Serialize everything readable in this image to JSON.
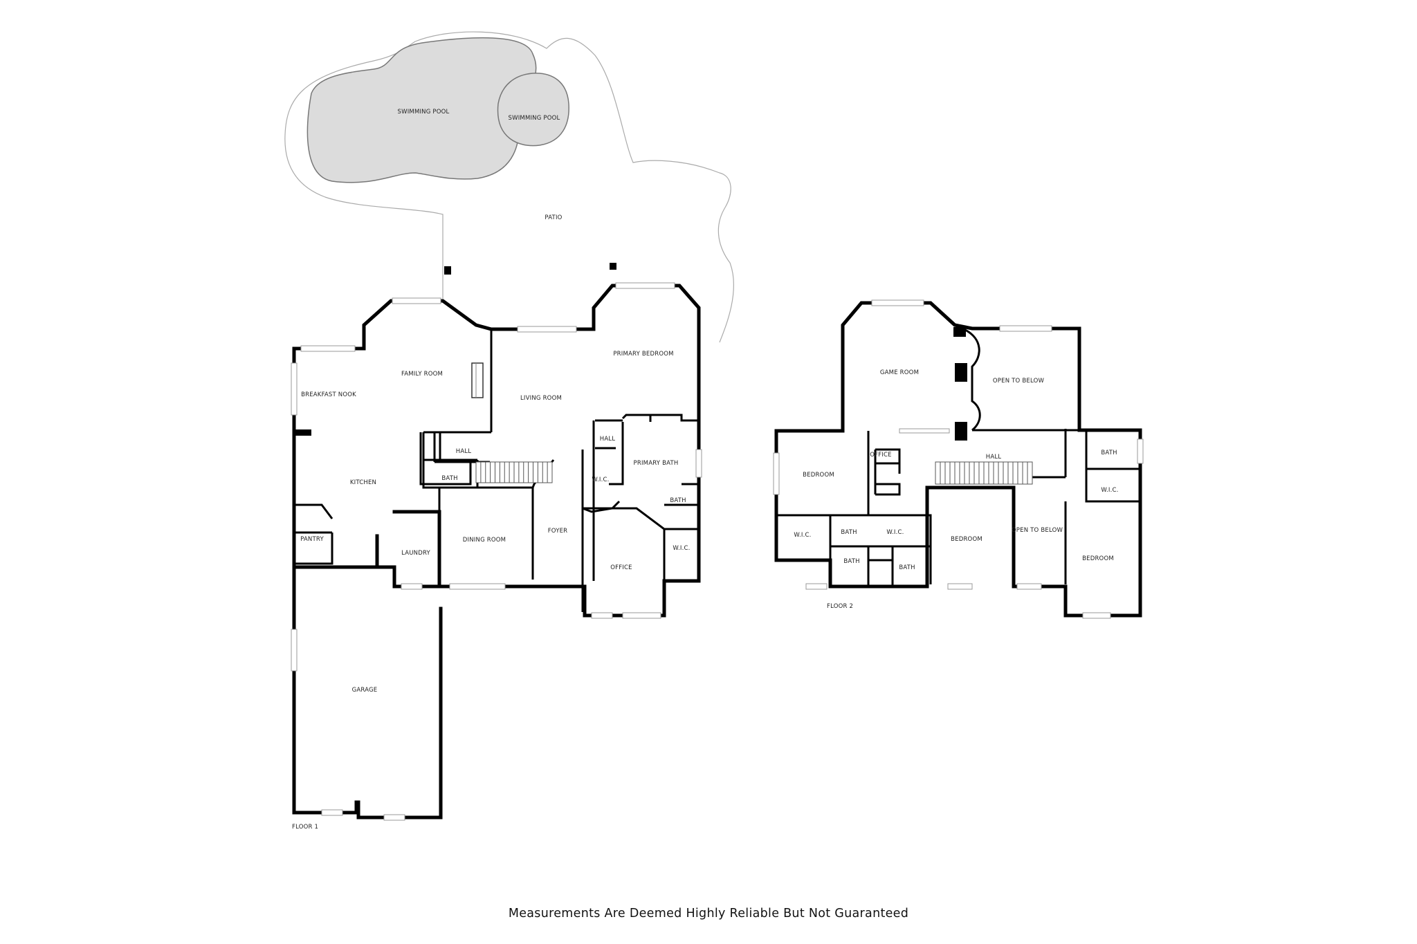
{
  "labels": {
    "swimming_pool_1": "SWIMMING POOL",
    "swimming_pool_2": "SWIMMING POOL",
    "patio": "PATIO",
    "floor1": {
      "family_room": "FAMILY ROOM",
      "breakfast_nook": "BREAKFAST NOOK",
      "living_room": "LIVING ROOM",
      "primary_bedroom": "PRIMARY BEDROOM",
      "hall_left": "HALL",
      "hall_right": "HALL",
      "kitchen": "KITCHEN",
      "bath": "BATH",
      "primary_bath": "PRIMARY BATH",
      "wic_left": "W.I.C.",
      "bath_primary_small": "BATH",
      "pantry": "PANTRY",
      "laundry": "LAUNDRY",
      "dining_room": "DINING ROOM",
      "foyer": "FOYER",
      "office": "OFFICE",
      "wic_right": "W.I.C.",
      "garage": "GARAGE",
      "floor_label": "FLOOR 1"
    },
    "floor2": {
      "game_room": "GAME ROOM",
      "open_to_below_top": "OPEN TO BELOW",
      "office": "OFFICE",
      "hall": "HALL",
      "bath_right_top": "BATH",
      "bedroom_left": "BEDROOM",
      "wic_right": "W.I.C.",
      "bath_a": "BATH",
      "wic_center": "W.I.C.",
      "wic_left": "W.I.C.",
      "bedroom_center": "BEDROOM",
      "open_to_below_mid": "OPEN TO BELOW",
      "bedroom_right": "BEDROOM",
      "bath_b": "BATH",
      "bath_c": "BATH",
      "floor_label": "FLOOR 2"
    }
  },
  "disclaimer": "Measurements Are Deemed Highly Reliable But Not Guaranteed",
  "colors": {
    "wall": "#000000",
    "pool_fill": "#dcdcdc",
    "background": "#ffffff"
  }
}
